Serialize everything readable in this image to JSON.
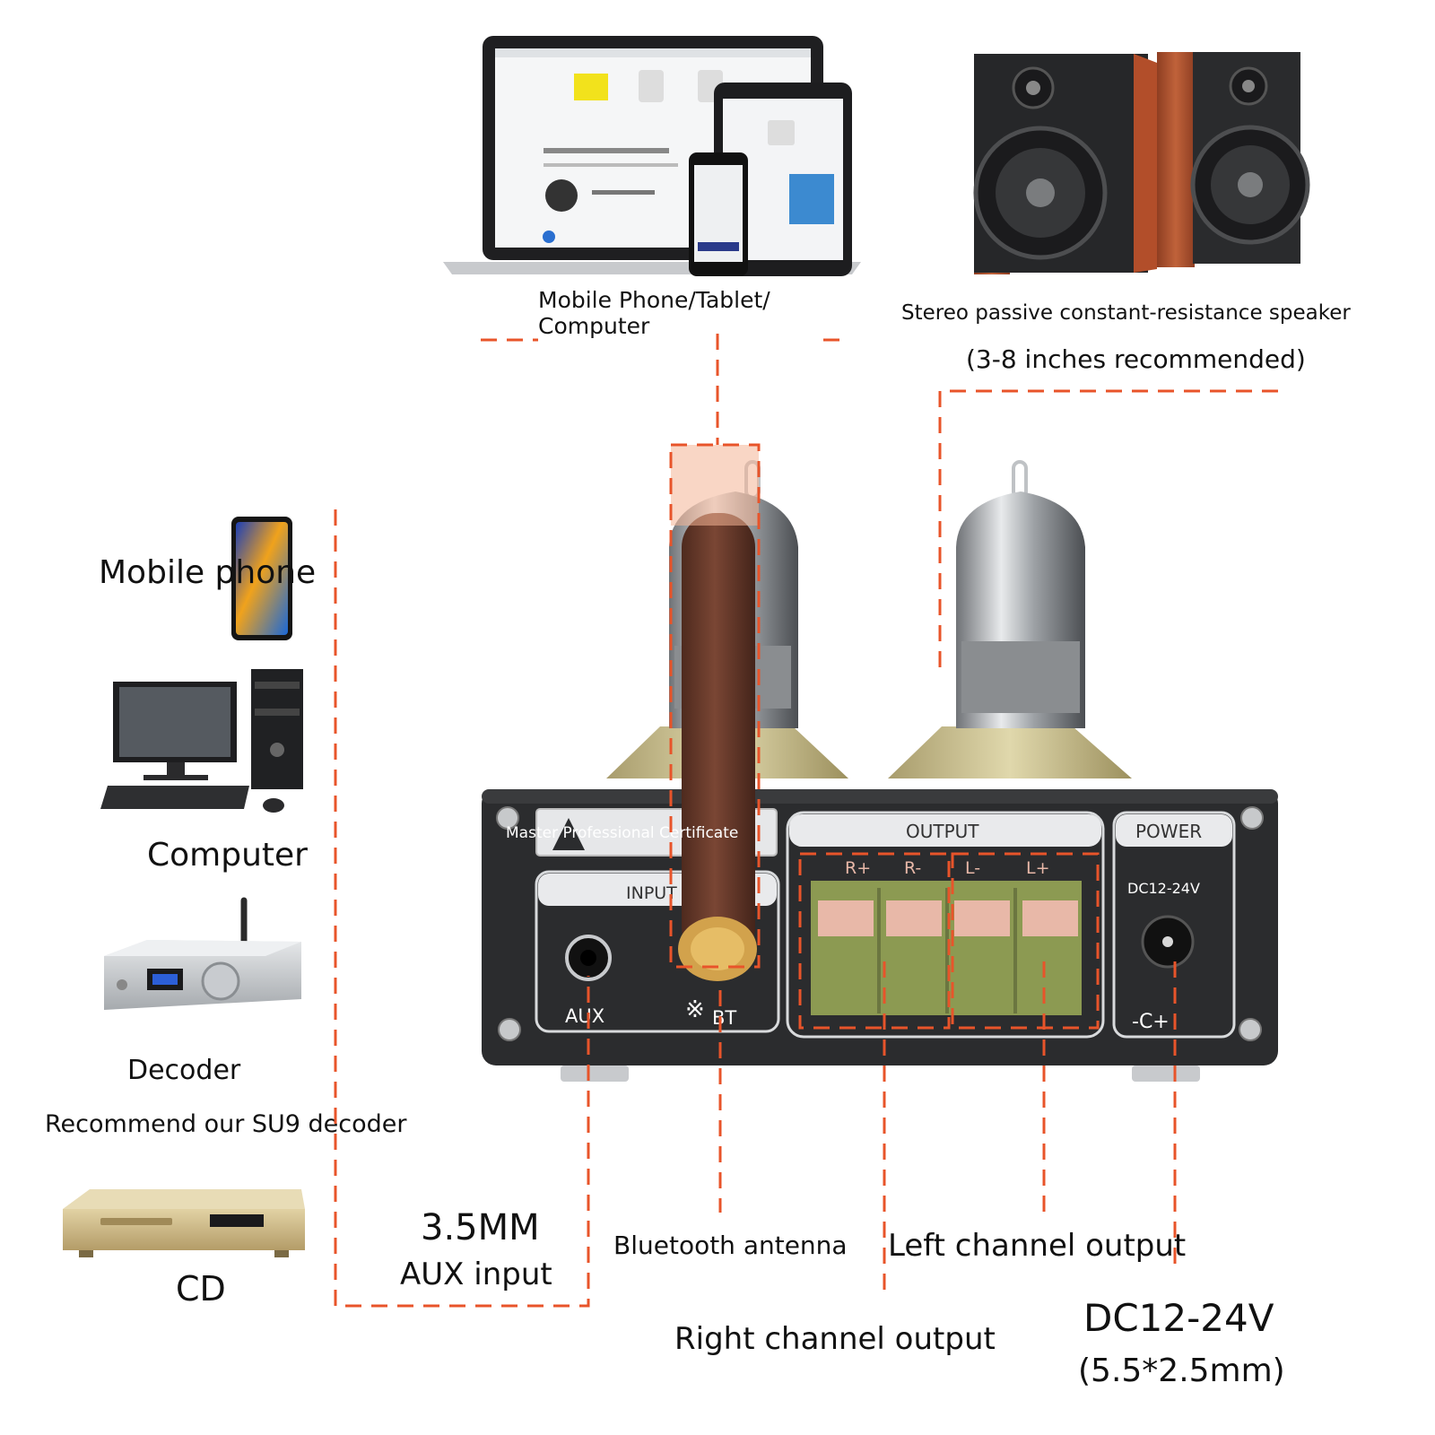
{
  "devices": {
    "top_devices_label_1": "Mobile Phone/Tablet/",
    "top_devices_label_2": "Computer",
    "speaker_label": "Stereo passive constant-resistance speaker",
    "speaker_note": "(3-8 inches recommended)",
    "mobile_phone": "Mobile phone",
    "computer": "Computer",
    "decoder": "Decoder",
    "decoder_note": "Recommend our SU9 decoder",
    "cd": "CD"
  },
  "panel": {
    "certificate": "Master Professional Certificate",
    "input_title": "INPUT",
    "aux_port": "AUX",
    "bt_port": "BT",
    "output_title": "OUTPUT",
    "terminals": [
      "R+",
      "R-",
      "L-",
      "L+"
    ],
    "power_title": "POWER",
    "power_rating": "DC12-24V",
    "polarity": "-C+"
  },
  "callouts": {
    "aux_line1": "3.5MM",
    "aux_line2": "AUX input",
    "antenna": "Bluetooth antenna",
    "left_channel": "Left channel output",
    "right_channel": "Right channel output",
    "dc_line1": "DC12-24V",
    "dc_line2": "(5.5*2.5mm)"
  },
  "colors": {
    "dash_line": "#e8542a",
    "chassis": "#2b2c2e",
    "terminal_green": "#8c9a52",
    "antenna_brown": "#6e3d2c",
    "speaker_wood": "#b4532e"
  }
}
